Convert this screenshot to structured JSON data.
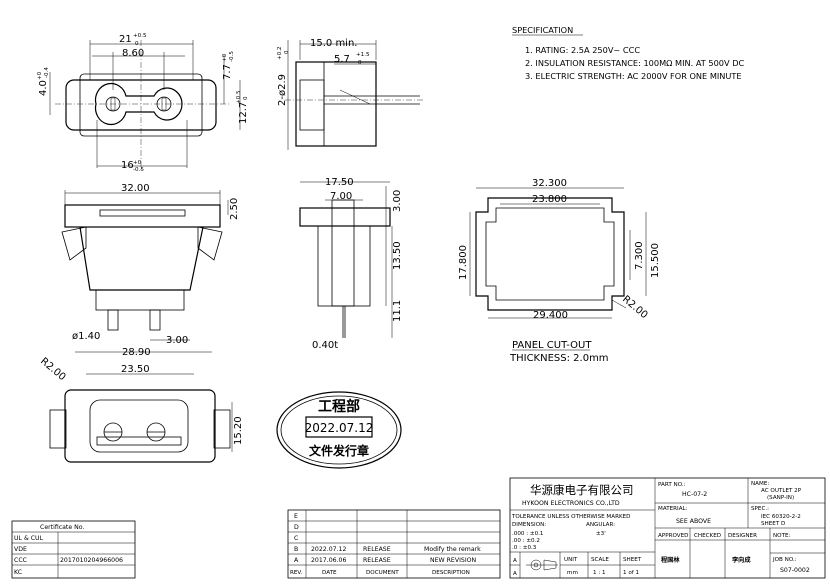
{
  "dims": {
    "front_21": "21",
    "front_21_tol_plus": "+0.5",
    "front_21_tol_minus": "0",
    "front_860": "8.60",
    "front_16": "16",
    "front_16_tol_plus": "+0",
    "front_16_tol_minus": "-0.5",
    "front_40": "4.0",
    "front_40_tol_plus": "+0",
    "front_40_tol_minus": "-0.4",
    "front_77": "7.7",
    "front_77_tol_plus": "+0",
    "front_77_tol_minus": "-0.5",
    "front_127": "12.7",
    "front_127_tol_plus": "+0.5",
    "front_127_tol_minus": "0",
    "side_150": "15.0 min.",
    "side_57": "5.7",
    "side_57_tol_plus": "+1.5",
    "side_57_tol_minus": "0",
    "side_29": "2-ø2.9",
    "side_29_tol_plus": "+0.2",
    "side_29_tol_minus": "0",
    "top_3200": "32.00",
    "top_250": "2.50",
    "top_140": "ø1.40",
    "top_300": "3.00",
    "top_2890": "28.90",
    "mid_1750": "17.50",
    "mid_700": "7.00",
    "mid_300": "3.00",
    "mid_1350": "13.50",
    "mid_111": "11.1",
    "mid_040": "0.40t",
    "cut_32300": "32.300",
    "cut_23800": "23.800",
    "cut_17800": "17.800",
    "cut_7300": "7.300",
    "cut_15500": "15.500",
    "cut_29400": "29.400",
    "cut_r200": "R2.00",
    "bot_2350": "23.50",
    "bot_r200": "R2.00",
    "bot_1520": "15.20"
  },
  "specification": {
    "title": "SPECIFICATION",
    "items": [
      "1. RATING: 2.5A 250V~ CCC",
      "2. INSULATION RESISTANCE: 100MΩ MIN. AT 500V DC",
      "3. ELECTRIC STRENGTH: AC 2000V FOR ONE MINUTE"
    ]
  },
  "panel_cutout": {
    "title": "PANEL CUT-OUT",
    "thickness": "THICKNESS: 2.0mm"
  },
  "stamp": {
    "top": "工程部",
    "date": "2022.07.12",
    "bottom": "文件发行章"
  },
  "certificate": {
    "header": "Certificate No.",
    "rows": [
      {
        "label": "UL & CUL",
        "value": ""
      },
      {
        "label": "VDE",
        "value": ""
      },
      {
        "label": "CCC",
        "value": "2017010204966006"
      },
      {
        "label": "KC",
        "value": ""
      }
    ]
  },
  "revisions": {
    "letters": [
      "E",
      "D",
      "C"
    ],
    "rows": [
      {
        "rev": "B",
        "date": "2022.07.12",
        "doc": "RELEASE",
        "desc": "Modify the remark"
      },
      {
        "rev": "A",
        "date": "2017.06.06",
        "doc": "RELEASE",
        "desc": "NEW REVISION"
      }
    ],
    "headers": {
      "rev": "REV.",
      "date": "DATE",
      "doc": "DOCUMENT",
      "desc": "DESCRIPTION"
    }
  },
  "title_block": {
    "company_cn": "华源康电子有限公司",
    "company_en": "HYKOON ELECTRONICS CO.,LTD",
    "tolerance_header": "TOLERANCE UNLESS OTHERWISE MARKED",
    "dimension_label": "DIMENSION:",
    "angular_label": "ANGULAR:",
    "tol_1": ".000 : ±0.1",
    "tol_2": ".00   : ±0.2",
    "tol_3": ".0     : ±0.3",
    "angular_value": "±3'",
    "unit_label": "UNIT",
    "unit_value": "mm",
    "scale_label": "SCALE",
    "scale_value": "1 : 1",
    "sheet_label": "SHEET",
    "sheet_value": "1 of 1",
    "part_no_label": "PART NO.:",
    "part_no": "HC-07-2",
    "name_label": "NAME:",
    "name_line1": "AC OUTLET 2P",
    "name_line2": "(SANP-IN)",
    "material_label": "MATERIAL:",
    "material": "SEE ABOVE",
    "spec_label": "SPEC.:",
    "spec_line1": "IEC 60320-2-2",
    "spec_line2": "SHEET D",
    "approved_label": "APPROVED",
    "checked_label": "CHECKED",
    "designer_label": "DESIGNER",
    "note_label": "NOTE:",
    "approved_sign": "程国林",
    "designer_sign": "李向成",
    "job_no_label": "JOB NO.:",
    "job_no": "S07-0002",
    "side_a": "A",
    "side_a2": "A"
  }
}
